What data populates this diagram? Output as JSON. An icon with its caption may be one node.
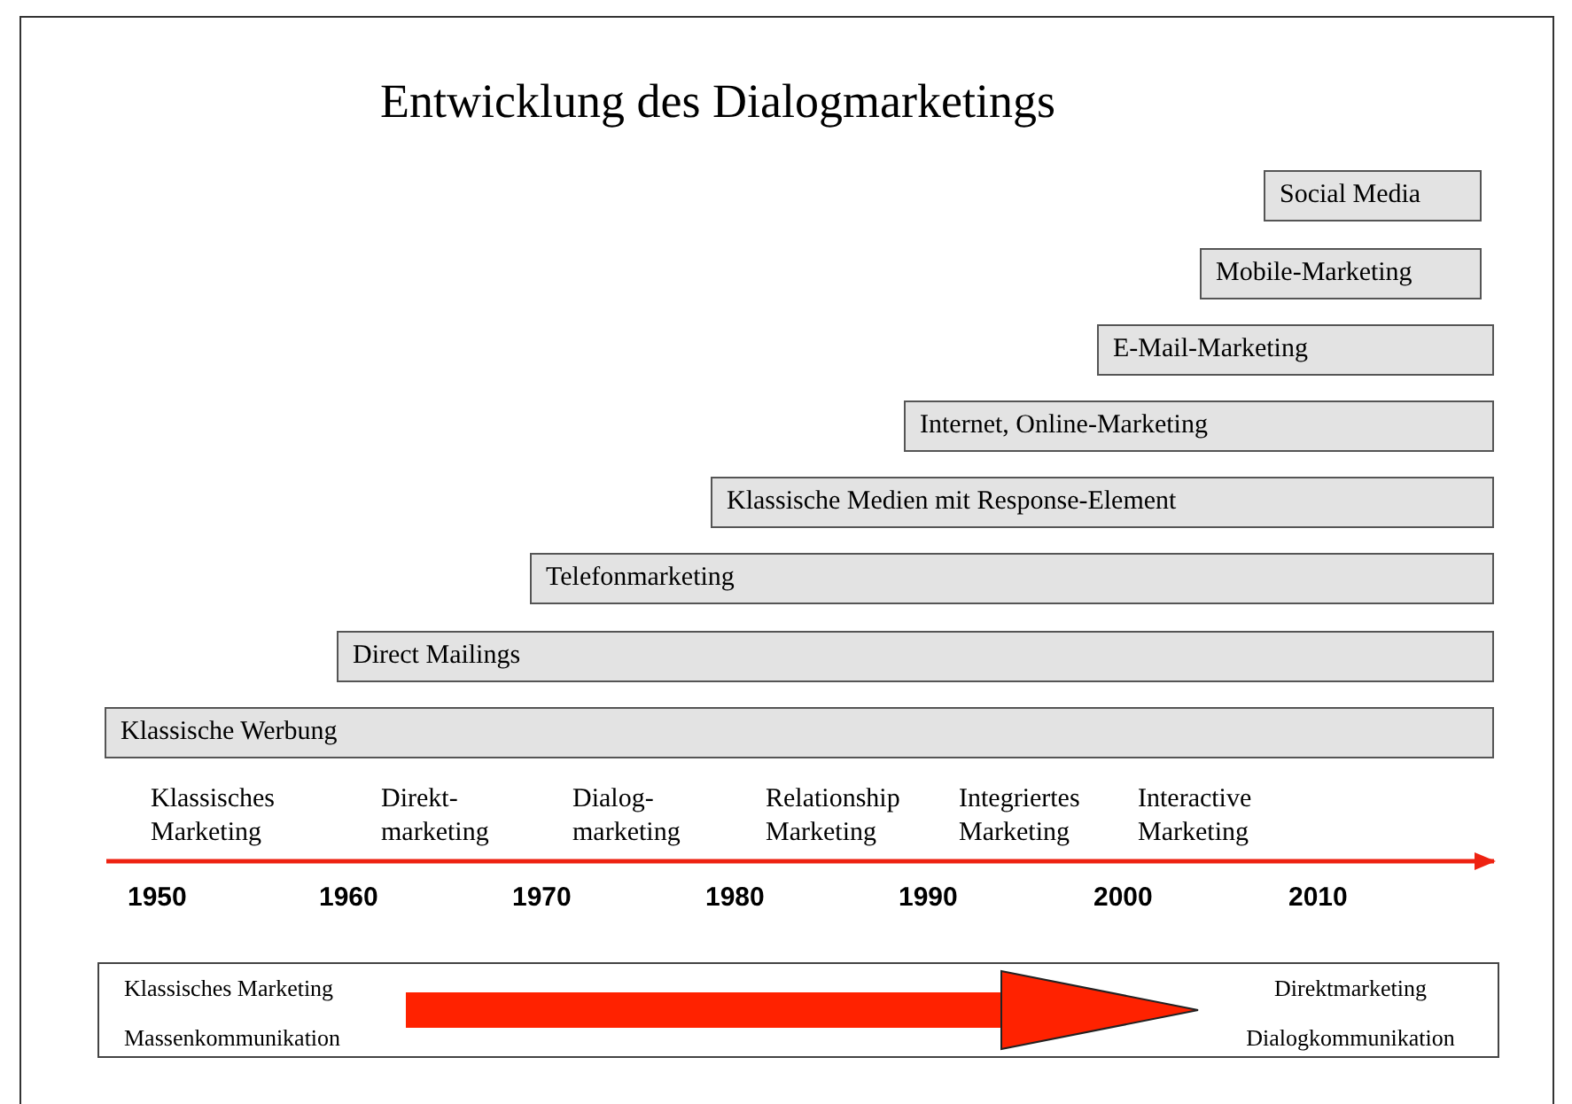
{
  "diagram": {
    "title": "Entwicklung des Dialogmarketings",
    "nodes": [
      {
        "text": [
          "Social Media"
        ]
      },
      {
        "text": [
          "Mobile-Marketing"
        ]
      },
      {
        "text": [
          "E-Mail-Marketing"
        ]
      },
      {
        "text": [
          "Internet, Online-Marketing"
        ]
      },
      {
        "text": [
          "Klassische Medien mit Response-Element"
        ]
      },
      {
        "text": [
          "Telefonmarketing"
        ]
      },
      {
        "text": [
          "Direct Mailings"
        ]
      },
      {
        "text": [
          "Klassische Werbung"
        ]
      },
      {
        "text": [],
        "shape": "box"
      },
      {
        "text": [
          "Klassisches Marketing",
          "Massenkommunikation"
        ],
        "in": 8
      },
      {
        "text": [
          "Direktmarketing",
          "Dialogkommunikation"
        ],
        "in": 8
      }
    ],
    "edges": [
      {
        "from": 9,
        "to": 10,
        "arrow": "to",
        "color": "#ff2200"
      }
    ],
    "labels": [
      "Klassisches Marketing",
      "Direkt- marketing",
      "Dialog- marketing",
      "Relationship Marketing",
      "Integriertes Marketing",
      "Interactive Marketing",
      "1950",
      "1960",
      "1970",
      "1980",
      "1990",
      "2000",
      "2010"
    ]
  }
}
